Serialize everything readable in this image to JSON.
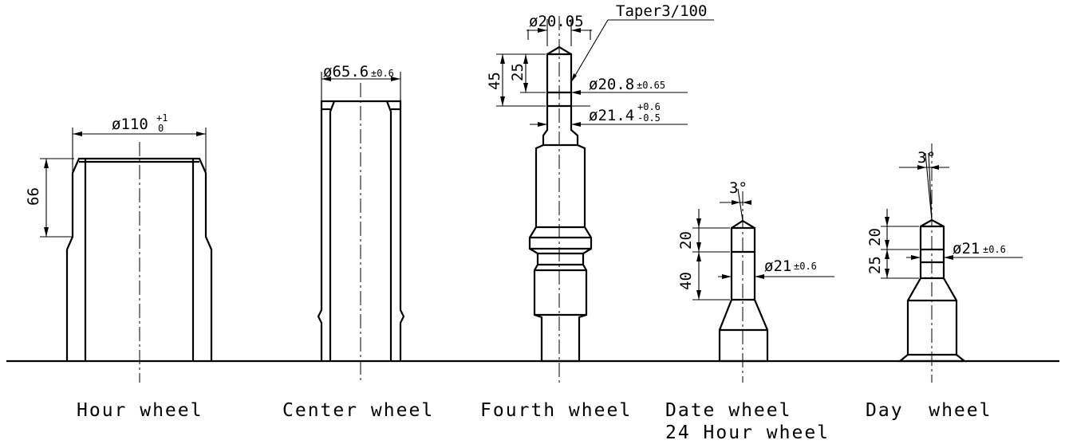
{
  "captions": {
    "hour": "Hour wheel",
    "center": "Center wheel",
    "fourth": "Fourth wheel",
    "date": "Date wheel",
    "date2": "24 Hour wheel",
    "day": "Day  wheel"
  },
  "hour": {
    "dia": "ø110",
    "tol_upper": "+1",
    "tol_lower": "0",
    "height": "66"
  },
  "center": {
    "dia": "ø65.6",
    "tol": "±0.6"
  },
  "fourth": {
    "dia_top": "ø20.05",
    "taper": "Taper3/100",
    "h45": "45",
    "h25": "25",
    "dia_mid": "ø20.8",
    "dia_mid_tol": "±0.65",
    "dia_low": "ø21.4",
    "dia_low_tol_upper": "+0.6",
    "dia_low_tol_lower": "-0.5"
  },
  "date": {
    "angle": "3°",
    "h20": "20",
    "h40": "40",
    "dia": "ø21",
    "tol": "±0.6"
  },
  "day": {
    "angle": "3°",
    "h20": "20",
    "h25": "25",
    "dia": "ø21",
    "tol": "±0.6"
  }
}
